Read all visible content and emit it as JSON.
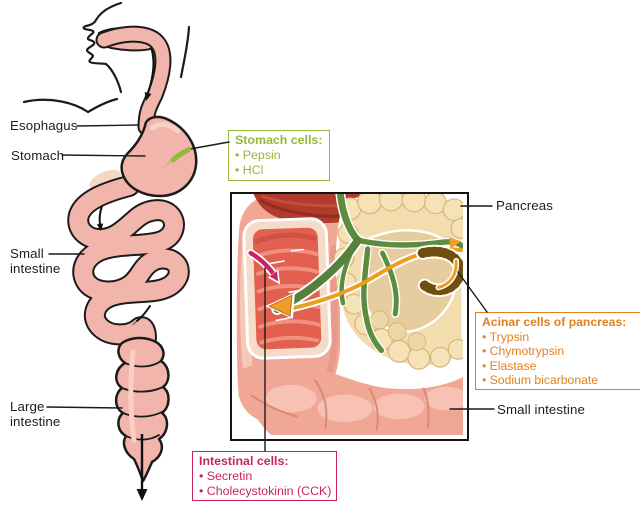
{
  "title": "Digestive hormones and enzymes diagram",
  "palette": {
    "green": "#94b83b",
    "orange": "#e08121",
    "pink": "#c92364",
    "ink": "#1b1b1b",
    "flesh": "#f2b5ab"
  },
  "labels": {
    "esophagus": "Esophagus",
    "stomach": "Stomach",
    "small_intestine_left": "Small\nintestine",
    "large_intestine": "Large\nintestine",
    "pancreas": "Pancreas",
    "small_intestine_right": "Small intestine"
  },
  "callouts": {
    "stomach_cells": {
      "title": "Stomach cells:",
      "items": [
        "Pepsin",
        "HCl"
      ],
      "color": "#94b83b"
    },
    "acinar_cells": {
      "title": "Acinar cells of pancreas:",
      "items": [
        "Trypsin",
        "Chymotrypsin",
        "Elastase",
        "Sodium bicarbonate"
      ],
      "color": "#e08121"
    },
    "intestinal_cells": {
      "title": "Intestinal cells:",
      "items": [
        "Secretin",
        "Cholecystokinin (CCK)"
      ],
      "color": "#c92364"
    }
  }
}
